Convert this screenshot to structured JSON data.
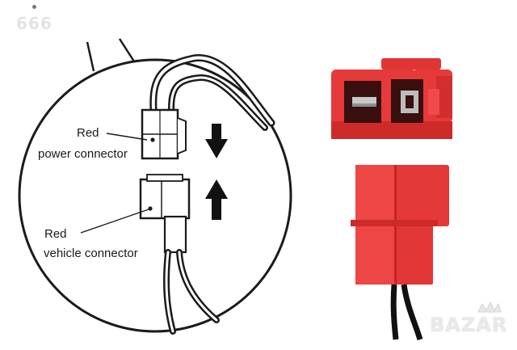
{
  "watermark": {
    "top_text": "666",
    "logo_text": "BAZAR",
    "logo_icon": "crown-icon"
  },
  "diagram": {
    "power_connector": {
      "line1": "Red",
      "line2": "power connector"
    },
    "vehicle_connector": {
      "line1": "Red",
      "line2": "vehicle connector"
    },
    "arrows": [
      "arrow-down-icon",
      "arrow-up-icon"
    ]
  },
  "colors": {
    "connector_red": "#e63a3a",
    "connector_red_dark": "#c42424",
    "terminal_metal": "#c9c9c9",
    "wire_black": "#111111",
    "outline": "#1b1b1b"
  }
}
